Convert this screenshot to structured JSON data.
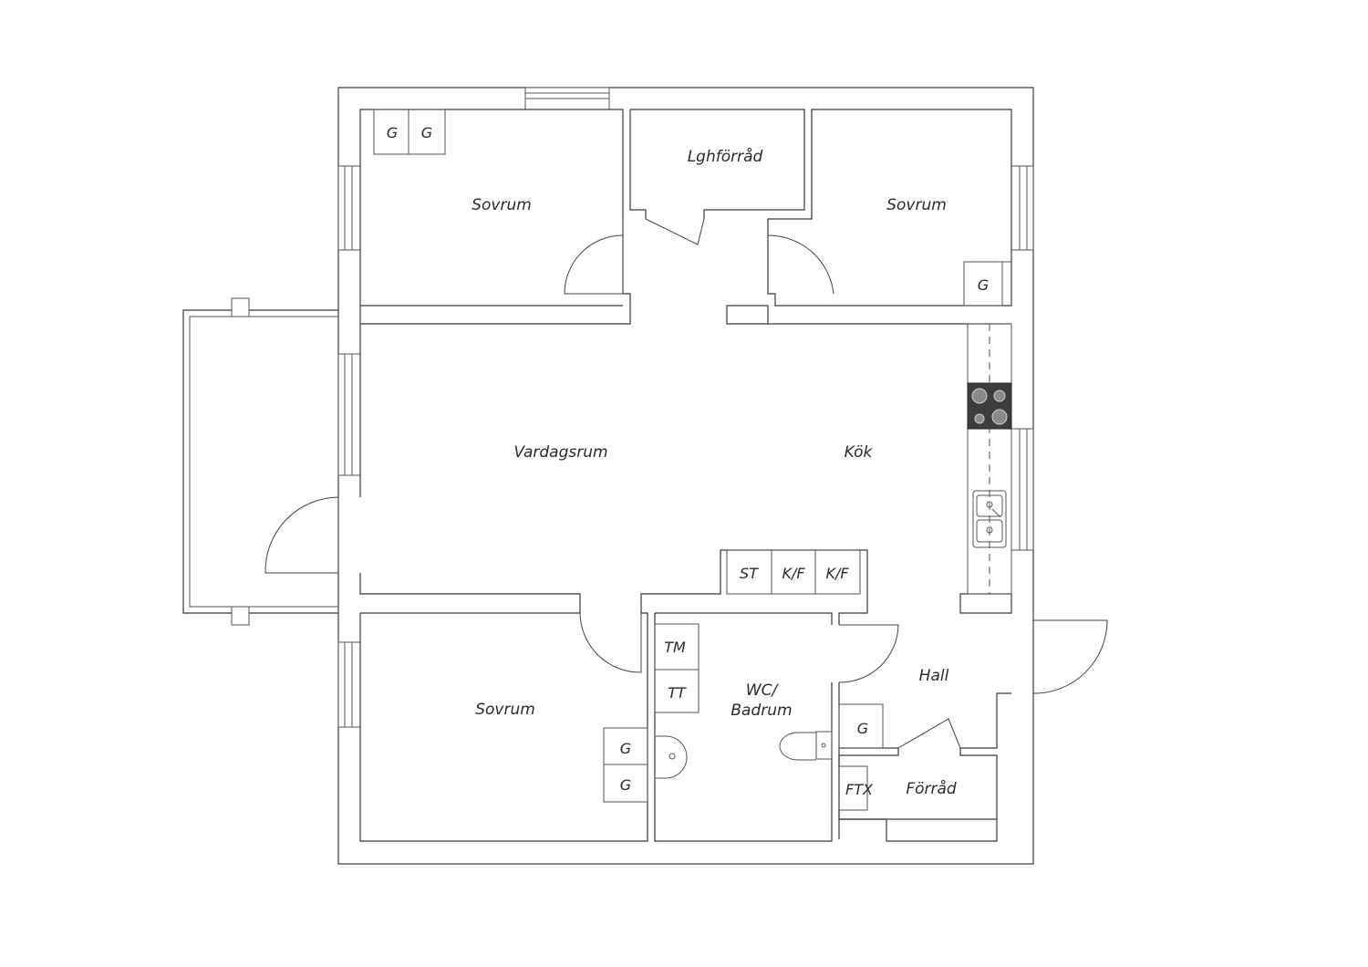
{
  "rooms": {
    "bedroom_top_left": "Sovrum",
    "storage_top": "Lghförråd",
    "bedroom_top_right": "Sovrum",
    "living_room": "Vardagsrum",
    "kitchen": "Kök",
    "bedroom_bottom": "Sovrum",
    "bathroom_line1": "WC/",
    "bathroom_line2": "Badrum",
    "hall": "Hall",
    "storage_bottom": "Förråd"
  },
  "fixtures": {
    "wardrobe": "G",
    "dishwasher": "ST",
    "fridge_freezer": "K/F",
    "washing_machine": "TM",
    "dryer": "TT",
    "ventilation": "FTX"
  }
}
